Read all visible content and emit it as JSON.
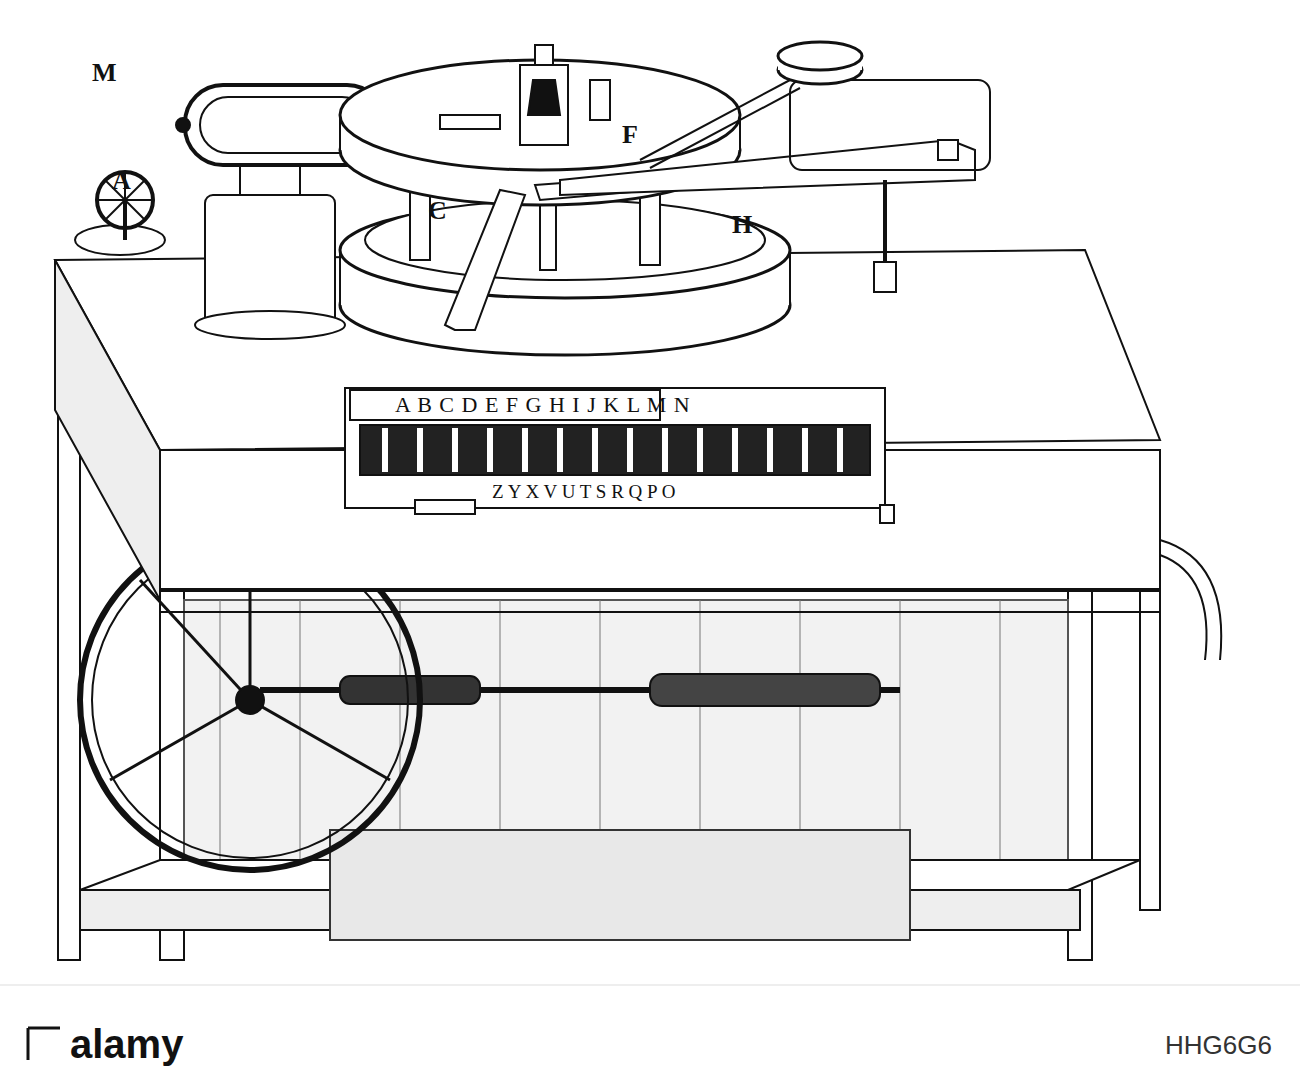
{
  "diagram": {
    "labels": [
      "M",
      "A",
      "C",
      "F",
      "H",
      "A B C D E F G H I J K L M N",
      "Z Y X V U T S R Q P O",
      "alamy",
      "HHG6G6"
    ]
  }
}
